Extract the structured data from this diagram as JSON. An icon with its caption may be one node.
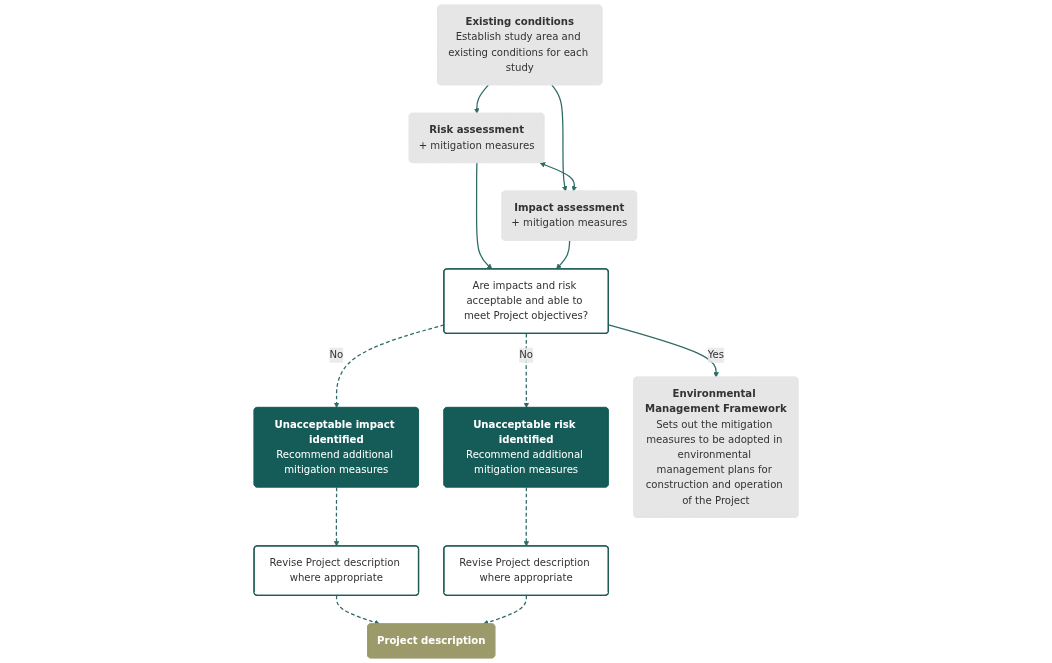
{
  "diagram": {
    "nodes": [
      {
        "text": [
          "Project description"
        ]
      },
      {
        "text": [
          "Revise Project description where appropriate"
        ]
      },
      {
        "text": [
          "Revise Project description where appropriate"
        ]
      },
      {
        "text": [
          "Existing conditions",
          "Establish study area and existing conditions for each study"
        ]
      },
      {
        "text": [
          "Risk assessment",
          "+ mitigation measures"
        ]
      },
      {
        "text": [
          "Impact assessment",
          "+ mitigation measures"
        ]
      },
      {
        "text": [
          "Unacceptable impact identified",
          "Recommend additional mitigation measures"
        ]
      },
      {
        "text": [
          "Are impacts and risk acceptable and able to meet Project objectives?"
        ]
      },
      {
        "text": [
          "Unacceptable risk identified",
          "Recommend additional mitigation measures"
        ]
      },
      {
        "text": [
          "Environmental Management Framework",
          "Sets out the mitigation measures to be adopted in environmental management plans for construction and operation of the Project"
        ]
      }
    ],
    "edges": [
      {
        "from": 3,
        "to": 4,
        "arrow": "to"
      },
      {
        "from": 3,
        "to": 5,
        "arrow": "to"
      },
      {
        "from": 4,
        "to": 5,
        "arrow": "both"
      },
      {
        "from": 4,
        "to": 7,
        "arrow": "to"
      },
      {
        "from": 5,
        "to": 7,
        "arrow": "to"
      },
      {
        "from": 7,
        "to": 6,
        "arrow": "to",
        "label": "No",
        "style": "dashed"
      },
      {
        "from": 7,
        "to": 8,
        "arrow": "to",
        "label": "No",
        "style": "dashed"
      },
      {
        "from": 7,
        "to": 9,
        "arrow": "to",
        "label": "Yes"
      },
      {
        "from": 6,
        "to": 1,
        "arrow": "to",
        "style": "dashed"
      },
      {
        "from": 8,
        "to": 2,
        "arrow": "to",
        "style": "dashed"
      },
      {
        "from": 1,
        "to": 0,
        "arrow": "to",
        "style": "dashed"
      },
      {
        "from": 2,
        "to": 0,
        "arrow": "to",
        "style": "dashed"
      }
    ]
  }
}
